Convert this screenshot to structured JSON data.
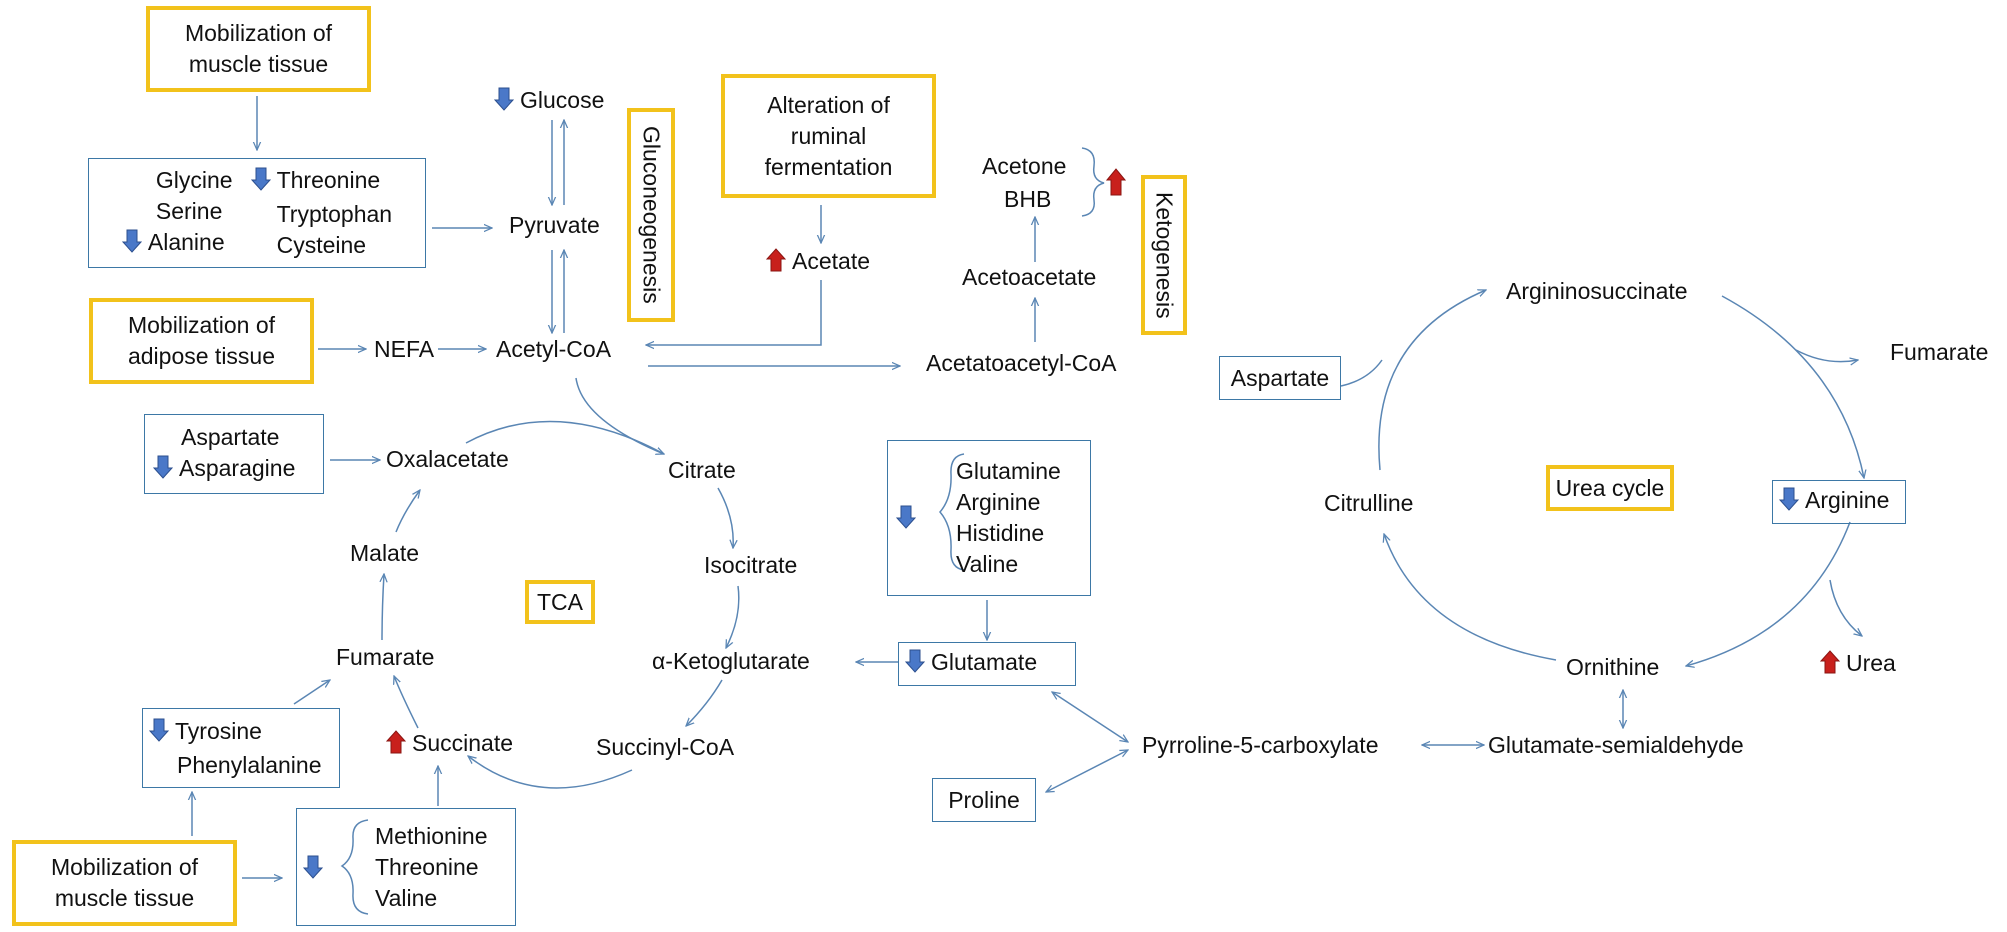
{
  "colors": {
    "yellow_border": "#f2c21b",
    "blue_border": "#3d78a6",
    "arrow_line": "#5a86b4",
    "down_arrow": "#4a78c8",
    "up_arrow": "#c8201c"
  },
  "icons": {
    "down": "blue-down-arrow-icon",
    "up": "red-up-arrow-icon"
  },
  "labels": {
    "glucose": "Glucose",
    "pyruvate": "Pyruvate",
    "acetyl_coa": "Acetyl-CoA",
    "nefa": "NEFA",
    "acetate": "Acetate",
    "acetone": "Acetone",
    "bhb": "BHB",
    "acetoacetate": "Acetoacetate",
    "acetatoacetyl_coa": "Acetatoacetyl-CoA",
    "oxalacetate": "Oxalacetate",
    "citrate": "Citrate",
    "isocitrate": "Isocitrate",
    "a_ketoglutarate": "α-Ketoglutarate",
    "succinyl_coa": "Succinyl-CoA",
    "succinate": "Succinate",
    "fumarate_tca": "Fumarate",
    "malate": "Malate",
    "argininosuccinate": "Argininosuccinate",
    "fumarate_urea": "Fumarate",
    "citrulline": "Citrulline",
    "ornithine": "Ornithine",
    "urea": "Urea",
    "p5c": "Pyrroline-5-carboxylate",
    "glutamate_semialdehyde": "Glutamate-semialdehyde"
  },
  "yellow_boxes": {
    "muscle_top": [
      "Mobilization of",
      "muscle tissue"
    ],
    "adipose": [
      "Mobilization of",
      "adipose tissue"
    ],
    "ruminal": [
      "Alteration of",
      "ruminal",
      "fermentation"
    ],
    "muscle_bottom": [
      "Mobilization of",
      "muscle tissue"
    ],
    "gluconeogenesis": "Gluconeogenesis",
    "ketogenesis": "Ketogenesis",
    "tca": "TCA",
    "urea_cycle": "Urea cycle"
  },
  "blue_boxes": {
    "aa_top_left": [
      "Glycine",
      "Serine",
      "Alanine"
    ],
    "aa_top_right": [
      "Threonine",
      "Tryptophan",
      "Cysteine"
    ],
    "asp_asn": [
      "Aspartate",
      "Asparagine"
    ],
    "tyr_phe": [
      "Tyrosine",
      "Phenylalanine"
    ],
    "met_thr_val": [
      "Methionine",
      "Threonine",
      "Valine"
    ],
    "gln_group": [
      "Glutamine",
      "Arginine",
      "Histidine",
      "Valine"
    ],
    "glutamate": "Glutamate",
    "proline": "Proline",
    "aspartate_urea": "Aspartate",
    "arginine": "Arginine"
  }
}
